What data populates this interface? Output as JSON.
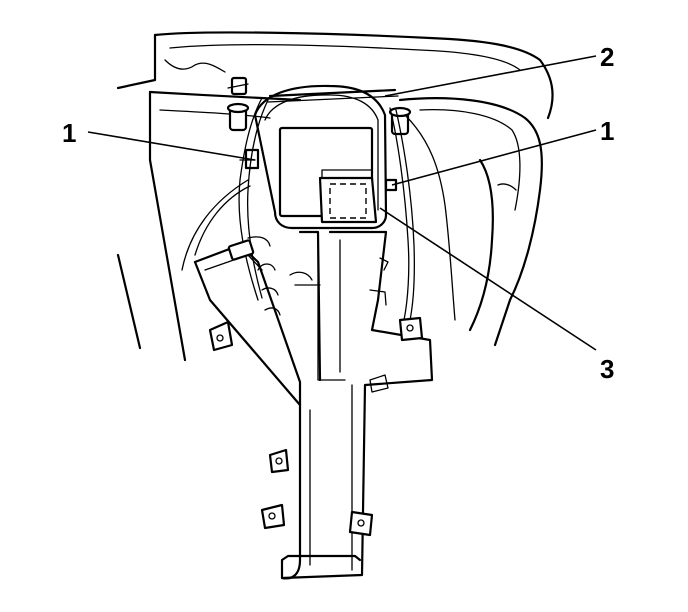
{
  "callouts": [
    {
      "id": "callout-1-left",
      "label": "1"
    },
    {
      "id": "callout-2",
      "label": "2"
    },
    {
      "id": "callout-1-right",
      "label": "1"
    },
    {
      "id": "callout-3",
      "label": "3"
    }
  ]
}
